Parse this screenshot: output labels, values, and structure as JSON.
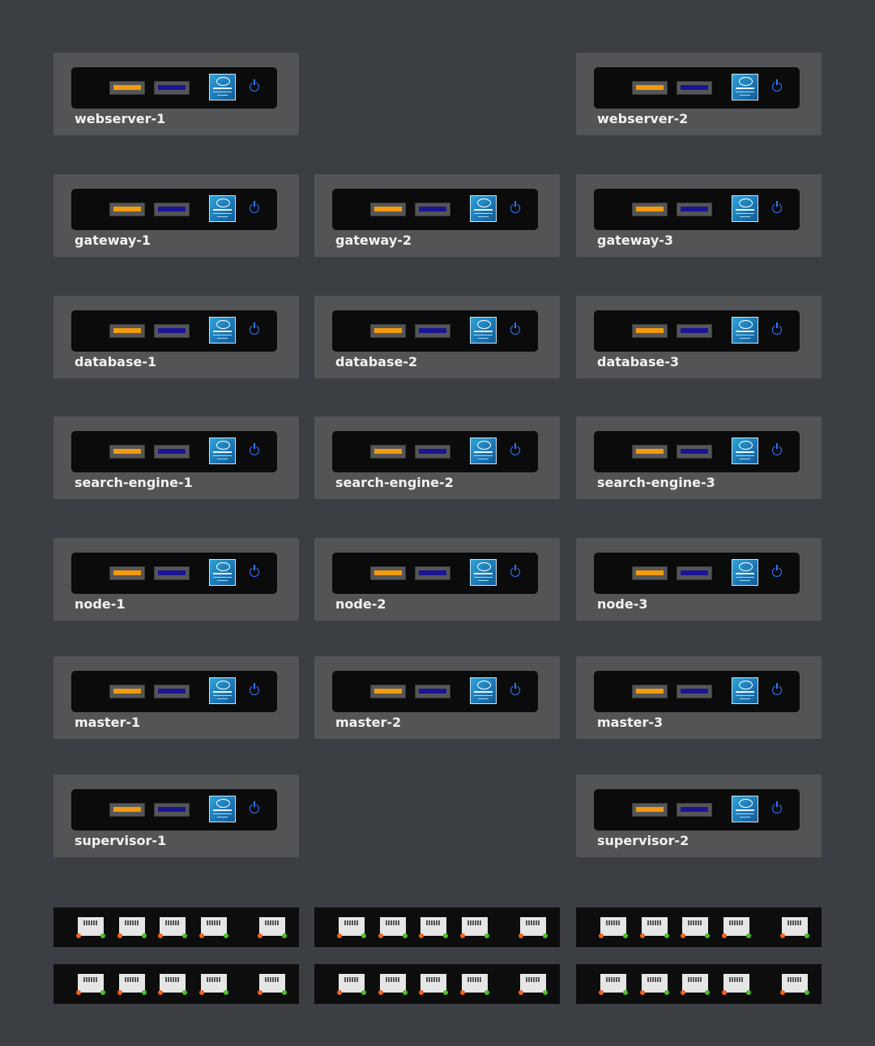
{
  "servers": [
    {
      "label": "webserver-1"
    },
    {
      "label": "webserver-2"
    },
    {
      "label": "gateway-1"
    },
    {
      "label": "gateway-2"
    },
    {
      "label": "gateway-3"
    },
    {
      "label": "database-1"
    },
    {
      "label": "database-2"
    },
    {
      "label": "database-3"
    },
    {
      "label": "search-engine-1"
    },
    {
      "label": "search-engine-2"
    },
    {
      "label": "search-engine-3"
    },
    {
      "label": "node-1"
    },
    {
      "label": "node-2"
    },
    {
      "label": "node-3"
    },
    {
      "label": "master-1"
    },
    {
      "label": "master-2"
    },
    {
      "label": "master-3"
    },
    {
      "label": "supervisor-1"
    },
    {
      "label": "supervisor-2"
    }
  ],
  "icons": {
    "cpu_badge": "intel-celeron-badge-icon",
    "power": "power-icon",
    "usb_orange": "usb-port-orange",
    "usb_blue": "usb-port-blue",
    "ethernet": "ethernet-port-icon"
  },
  "colors": {
    "background": "#3b3f43",
    "server_case": "#535455",
    "bezel": "#0b0b0c",
    "usb_orange": "#f29a10",
    "usb_blue": "#1a1596",
    "power_led": "#2f78ff",
    "led_activity": "#f0641e",
    "led_link": "#4fbe2a"
  },
  "switches": [
    {
      "ports": 5
    },
    {
      "ports": 5
    },
    {
      "ports": 5
    },
    {
      "ports": 5
    },
    {
      "ports": 5
    },
    {
      "ports": 5
    }
  ]
}
